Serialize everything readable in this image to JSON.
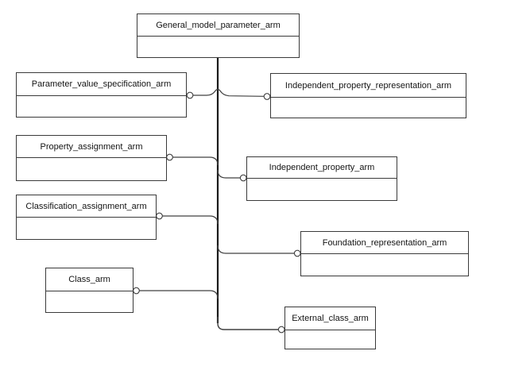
{
  "diagram": {
    "boxes": [
      {
        "label": "General_model_parameter_arm"
      },
      {
        "label": "Parameter_value_specification_arm"
      },
      {
        "label": "Independent_property_representation_arm"
      },
      {
        "label": "Property_assignment_arm"
      },
      {
        "label": "Independent_property_arm"
      },
      {
        "label": "Classification_assignment_arm"
      },
      {
        "label": "Foundation_representation_arm"
      },
      {
        "label": "Class_arm"
      },
      {
        "label": "External_class_arm"
      }
    ]
  },
  "colors": {
    "background": "#ffffff",
    "box_fill": "#ffffff",
    "box_border": "#3a3a3a",
    "branch_line": "#404040",
    "trunk_line": "#1a1a1a",
    "text": "#141414"
  }
}
